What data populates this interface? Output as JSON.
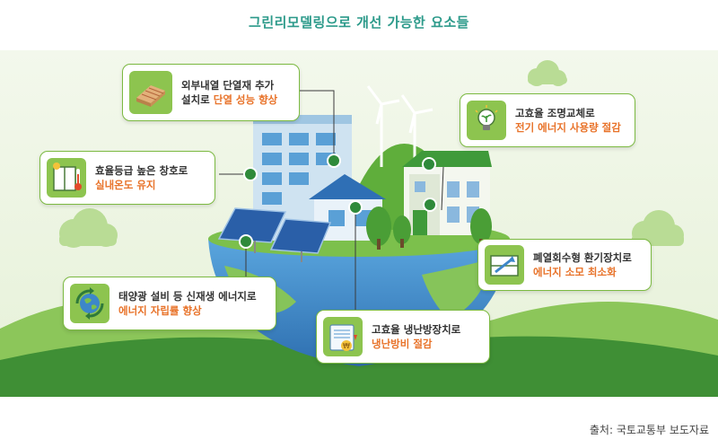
{
  "title": "그린리모델링으로 개선 가능한 요소들",
  "callouts": [
    {
      "id": "insulation",
      "line1": "외부내열 단열재 추가",
      "line2_prefix": "설치로 ",
      "line2_highlight": "단열 성능 향상",
      "icon": "insulation-board-icon"
    },
    {
      "id": "windows",
      "line1": "효율등급 높은 창호로",
      "line2_prefix": "",
      "line2_highlight": "실내온도 유지",
      "icon": "window-thermometer-icon"
    },
    {
      "id": "solar",
      "line1": "태양광 설비 등 신재생 에너지로",
      "line2_prefix": "",
      "line2_highlight": "에너지 자립률 향상",
      "icon": "recycle-globe-icon"
    },
    {
      "id": "heating",
      "line1": "고효율 냉난방장치로",
      "line2_prefix": "",
      "line2_highlight": "냉난방비 절감",
      "icon": "heater-icon"
    },
    {
      "id": "ventilation",
      "line1": "폐열회수형 환기장치로",
      "line2_prefix": "",
      "line2_highlight": "에너지 소모 최소화",
      "icon": "ventilation-icon"
    },
    {
      "id": "lighting",
      "line1": "고효율 조명교체로",
      "line2_prefix": "",
      "line2_highlight": "전기 에너지 사용량 절감",
      "icon": "light-bulb-icon"
    }
  ],
  "source": "출처: 국토교통부 보도자료",
  "colors": {
    "title": "#2c9a8a",
    "highlight": "#e8732a",
    "border": "#7cba42",
    "icon_bg": "#8dc44f",
    "globe": "#3d87c9",
    "grass": "#6cb33f"
  }
}
